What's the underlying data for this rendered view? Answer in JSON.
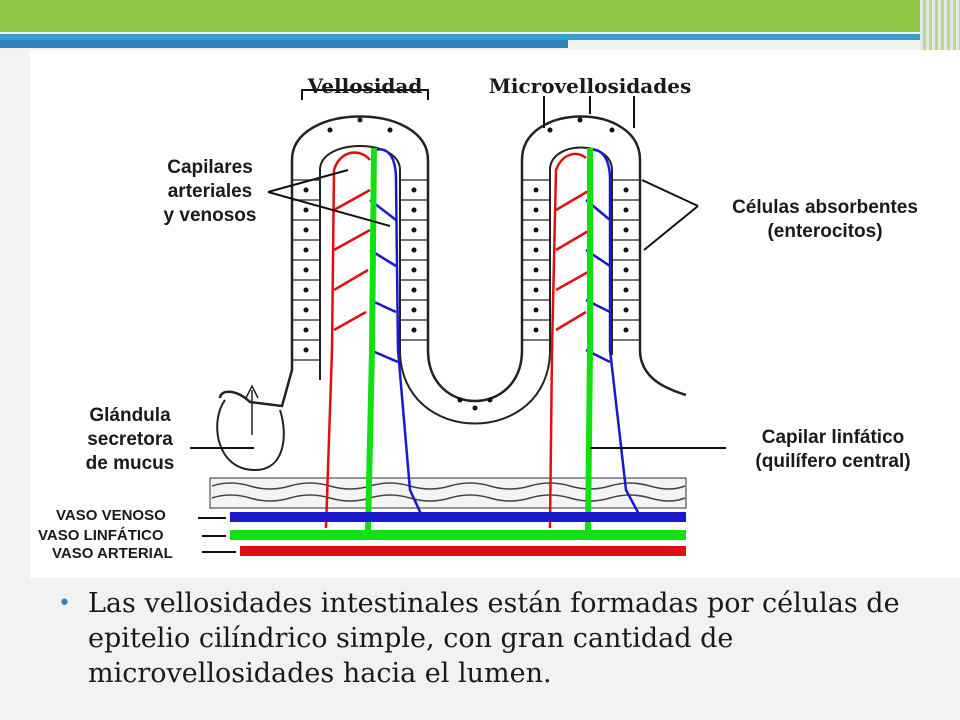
{
  "labels": {
    "vellosidad": "Vellosidad",
    "microvellosidades": "Microvellosidades",
    "capilares": [
      "Capilares",
      "arteriales",
      "y venosos"
    ],
    "celulas": [
      "Células absorbentes",
      "(enterocitos)"
    ],
    "glandula": [
      "Glándula",
      "secretora",
      "de mucus"
    ],
    "capilar_linfatico": [
      "Capilar linfático",
      "(quilífero central)"
    ],
    "vaso_venoso": "VASO VENOSO",
    "vaso_linfatico": "VASO LINFÁTICO",
    "vaso_arterial": "VASO ARTERIAL"
  },
  "bullet_text": "Las vellosidades intestinales están formadas por células de epitelio cilíndrico simple, con gran cantidad de microvellosidades hacia el lumen.",
  "colors": {
    "artery": "#e01010",
    "vein": "#1a1acc",
    "lymph": "#12e012",
    "accent_green": "#92c84a",
    "accent_blue": "#2e86c1"
  }
}
